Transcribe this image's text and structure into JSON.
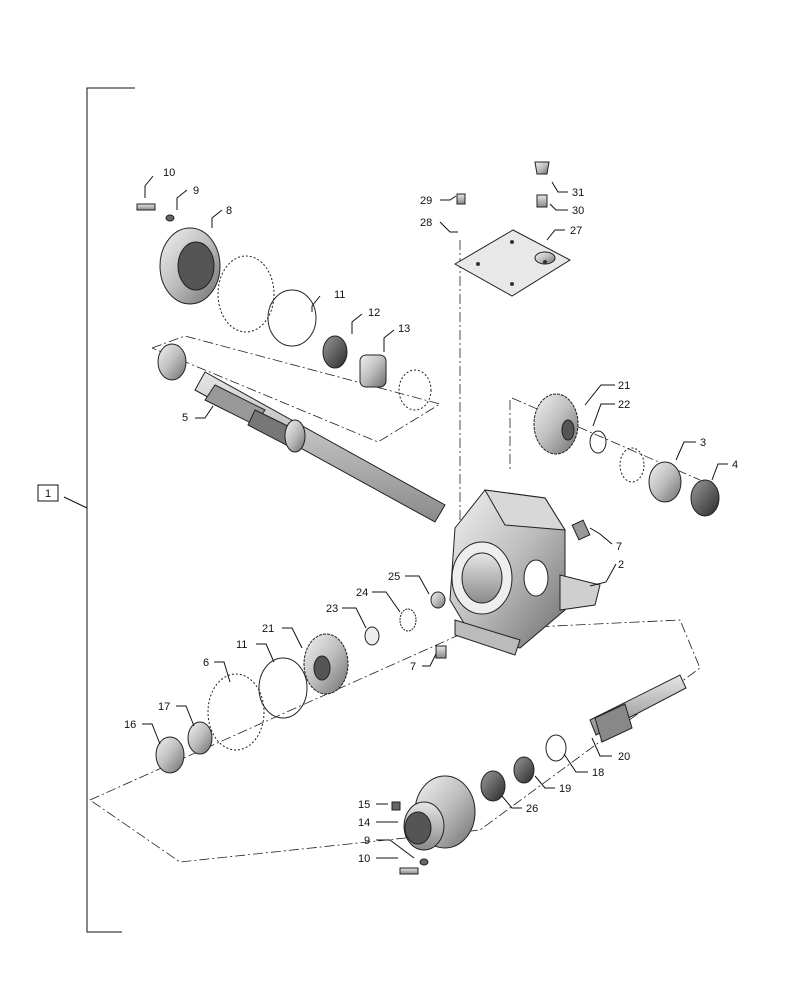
{
  "diagram": {
    "assembly_label": "1",
    "callouts": {
      "c1": "10",
      "c2": "9",
      "c3": "8",
      "c4": "11",
      "c5": "12",
      "c6": "13",
      "c7": "5",
      "c8": "29",
      "c9": "28",
      "c10": "31",
      "c11": "30",
      "c12": "27",
      "c13": "21",
      "c14": "22",
      "c15": "3",
      "c16": "4",
      "c17": "7",
      "c18": "2",
      "c19": "25",
      "c20": "24",
      "c21": "23",
      "c22": "7",
      "c23": "21",
      "c24": "11",
      "c25": "6",
      "c26": "17",
      "c27": "16",
      "c28": "20",
      "c29": "18",
      "c30": "19",
      "c31": "26",
      "c32": "15",
      "c33": "14",
      "c34": "9",
      "c35": "10"
    }
  }
}
